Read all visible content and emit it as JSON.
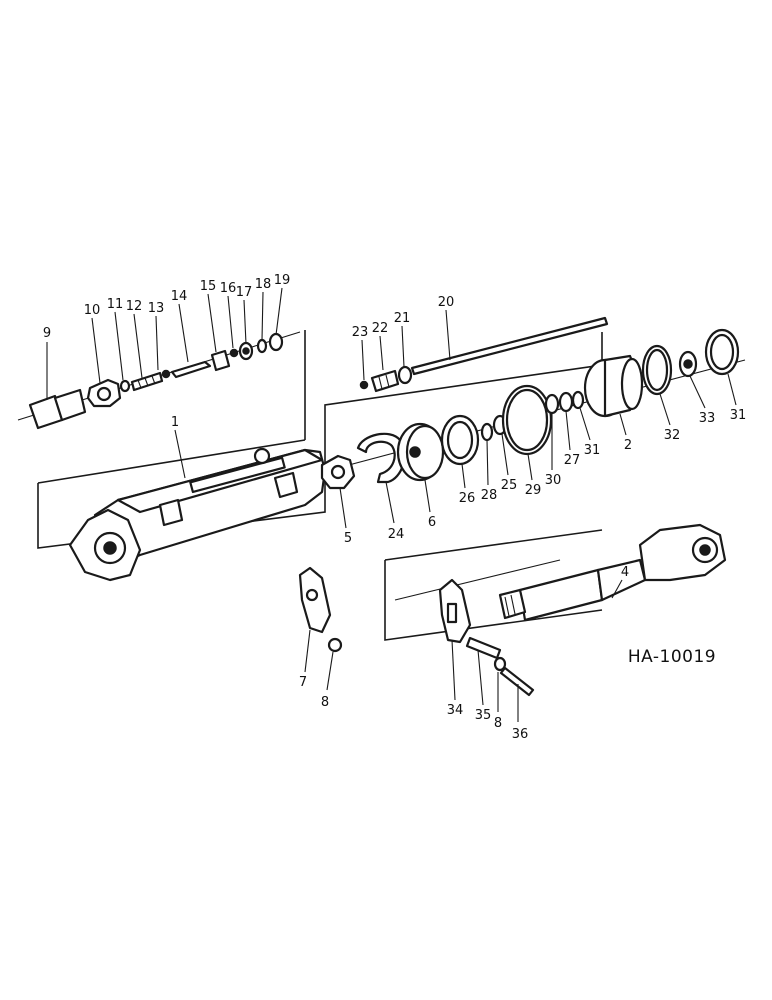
{
  "drawing_code": "HA-10019",
  "callouts": {
    "c1": "1",
    "c2": "2",
    "c4": "4",
    "c5": "5",
    "c6": "6",
    "c7": "7",
    "c8a": "8",
    "c8b": "8",
    "c9": "9",
    "c10": "10",
    "c11": "11",
    "c12": "12",
    "c13": "13",
    "c14": "14",
    "c15": "15",
    "c16": "16",
    "c17": "17",
    "c18": "18",
    "c19": "19",
    "c20": "20",
    "c21": "21",
    "c22": "22",
    "c23": "23",
    "c24": "24",
    "c25": "25",
    "c26": "26",
    "c27": "27",
    "c28": "28",
    "c29": "29",
    "c30": "30",
    "c31a": "31",
    "c31b": "31",
    "c32": "32",
    "c33": "33",
    "c34": "34",
    "c35": "35",
    "c36": "36"
  }
}
